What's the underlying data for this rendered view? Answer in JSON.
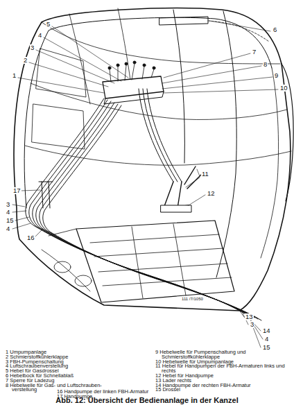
{
  "diagram": {
    "caption": "Abb. 12: Übersicht der Bedienanlage in der Kanzel",
    "labels": [
      "5",
      "4",
      "3",
      "2",
      "1",
      "6",
      "7",
      "8",
      "9",
      "10",
      "11",
      "12",
      "17",
      "3",
      "4",
      "15",
      "4",
      "16",
      "13",
      "3",
      "14",
      "4",
      "15",
      "111 /7/1050",
      "1 Umpumpanlage",
      "2 Schmierstoffkühlerklappe",
      "3 FBH-Pumpenschaltung",
      "4 Luftschraubenverstellung",
      "5 Hebel für Gasdrossel",
      "6 Hebelbock für Schnellablaß",
      "7 Sperre für Ladezug",
      "8 Hebelwelle für Gas- und Luftschrauben- verstellung",
      "9 Hebelwelle für Pumpenschaltung und Schmierstoffkühlerklappe",
      "10 Hebelwelle für Umpumpanlage",
      "11 Hebel für Handpumpen der FBH-Armaturen links und rechts",
      "12 Hebel für Handpumpe",
      "13 Lader rechts",
      "14 Handpumpe der rechten FBH-Armatur",
      "15 Drossel",
      "16 Handpumpe der linken FBH-Armatur",
      "17 Handpumpe"
    ]
  }
}
